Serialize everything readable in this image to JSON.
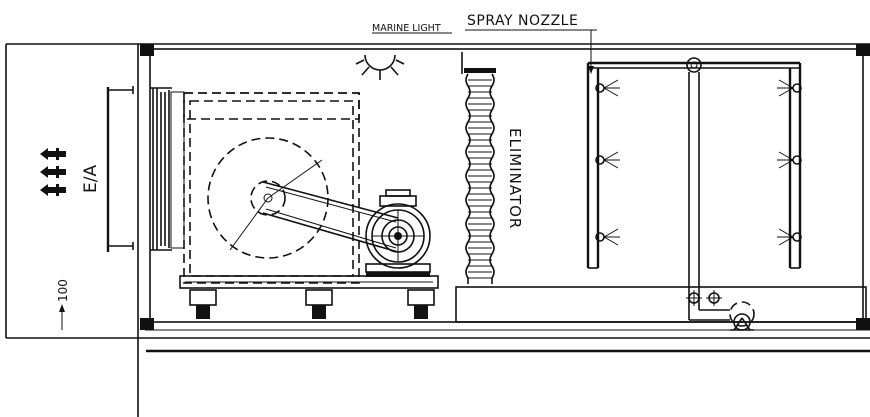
{
  "labels": {
    "marine_light": "MARINE LIGHT",
    "spray_nozzle": "SPRAY NOZZLE",
    "eliminator": "ELIMINATOR",
    "exhaust_air": "E/A",
    "dimension": "100"
  }
}
